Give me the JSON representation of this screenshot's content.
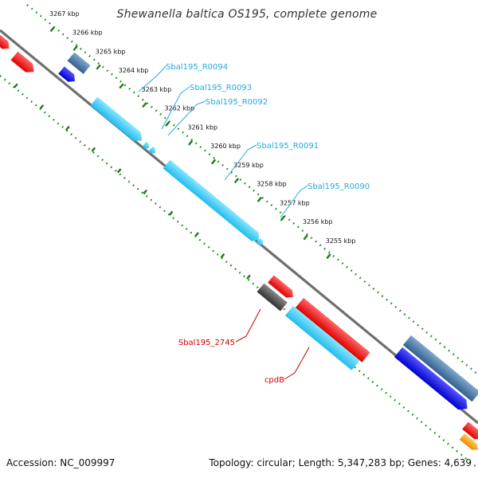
{
  "title": "Shewanella baltica OS195, complete genome",
  "footer": {
    "accession": "Accession: NC_009997",
    "summary": "Topology: circular; Length: 5,347,283 bp; Genes: 4,639"
  },
  "colors": {
    "backbone": "#777777",
    "ticks": "#1a7a1a",
    "rrna": "#33ccee",
    "rrna_label": "#22aadd",
    "gene_red": "#ee1111",
    "gene_blue": "#1111ee",
    "gene_steel": "#4477aa",
    "gene_gray": "#555555",
    "gene_orange": "#ff9900",
    "red_label": "#cc0000"
  },
  "ruler": {
    "unit": "kbp",
    "labels": [
      "3267 kbp",
      "3266 kbp",
      "3265 kbp",
      "3264 kbp",
      "3263 kbp",
      "3262 kbp",
      "3261 kbp",
      "3260 kbp",
      "3259 kbp",
      "3258 kbp",
      "3257 kbp",
      "3256 kbp",
      "3255 kbp"
    ]
  },
  "feature_labels": [
    {
      "id": "r94",
      "text": "Sbal195_R0094",
      "kind": "rrna"
    },
    {
      "id": "r93",
      "text": "Sbal195_R0093",
      "kind": "rrna"
    },
    {
      "id": "r92",
      "text": "Sbal195_R0092",
      "kind": "rrna"
    },
    {
      "id": "r91",
      "text": "Sbal195_R0091",
      "kind": "rrna"
    },
    {
      "id": "r90",
      "text": "Sbal195_R0090",
      "kind": "rrna"
    },
    {
      "id": "g2745",
      "text": "Sbal195_2745",
      "kind": "gene"
    },
    {
      "id": "cpdB",
      "text": "cpdB",
      "kind": "gene"
    }
  ]
}
